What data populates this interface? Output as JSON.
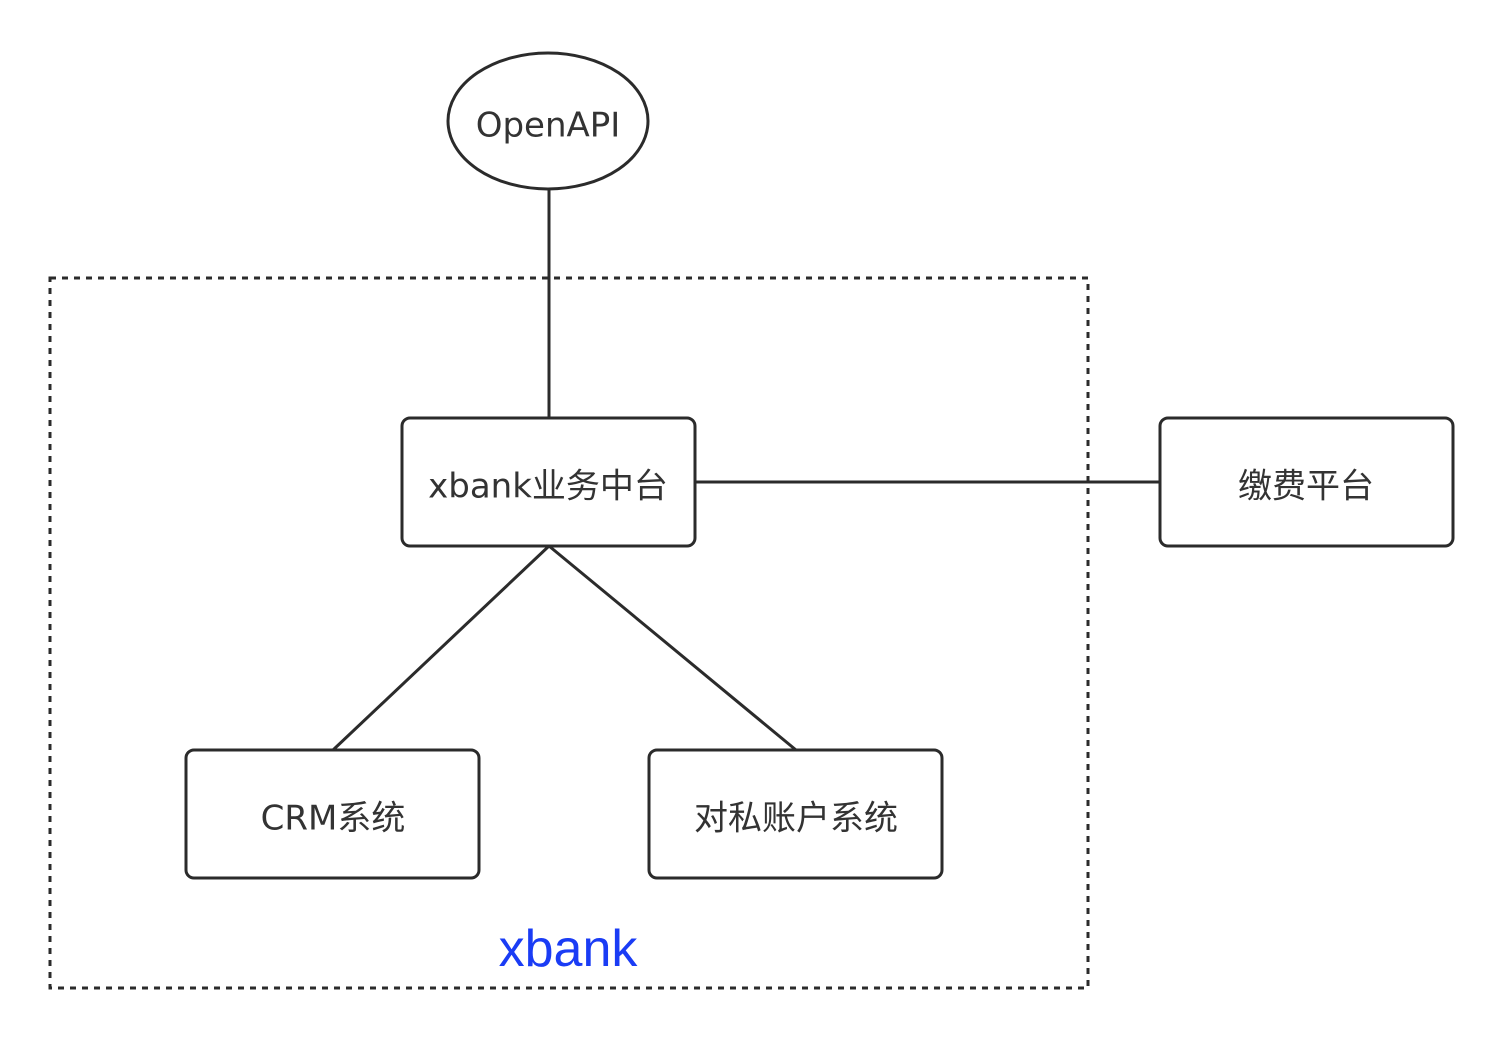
{
  "diagram": {
    "group": {
      "label": "xbank",
      "label_color": "#1a3cf5",
      "border_style": "dotted"
    },
    "nodes": {
      "openapi": {
        "label": "OpenAPI",
        "shape": "ellipse"
      },
      "middle": {
        "label": "xbank业务中台",
        "shape": "rounded-rect"
      },
      "payment": {
        "label": "缴费平台",
        "shape": "rounded-rect"
      },
      "crm": {
        "label": "CRM系统",
        "shape": "rounded-rect"
      },
      "private_account": {
        "label": "对私账户系统",
        "shape": "rounded-rect"
      }
    },
    "edges": [
      {
        "from": "openapi",
        "to": "middle"
      },
      {
        "from": "middle",
        "to": "payment"
      },
      {
        "from": "middle",
        "to": "crm"
      },
      {
        "from": "middle",
        "to": "private_account"
      }
    ],
    "colors": {
      "stroke": "#2b2b2b",
      "text": "#333333"
    }
  }
}
